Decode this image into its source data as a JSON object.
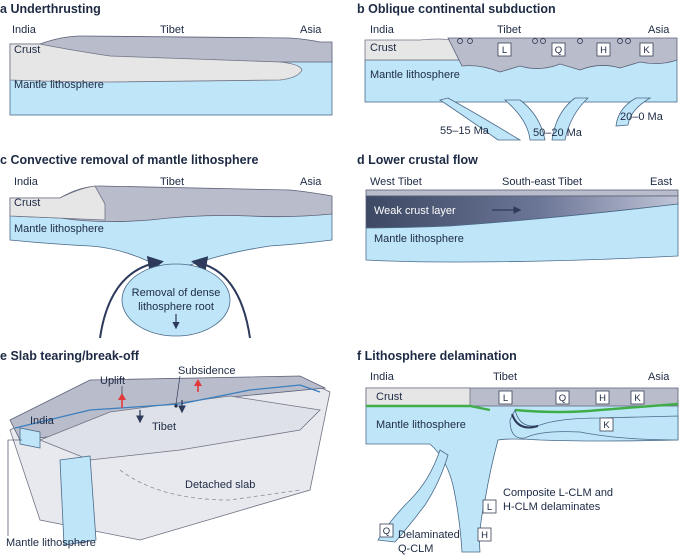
{
  "panels": {
    "a": {
      "letter": "a",
      "title": "Underthrusting",
      "india": "India",
      "tibet": "Tibet",
      "asia": "Asia",
      "crust": "Crust",
      "mantle": "Mantle lithosphere"
    },
    "b": {
      "letter": "b",
      "title": "Oblique continental subduction",
      "india": "India",
      "tibet": "Tibet",
      "asia": "Asia",
      "crust": "Crust",
      "mantle": "Mantle lithosphere",
      "blocks": [
        "L",
        "Q",
        "H",
        "K"
      ],
      "ages": [
        "55–15 Ma",
        "50–20 Ma",
        "20–0 Ma"
      ]
    },
    "c": {
      "letter": "c",
      "title": "Convective removal of mantle lithosphere",
      "india": "India",
      "tibet": "Tibet",
      "asia": "Asia",
      "crust": "Crust",
      "mantle": "Mantle lithosphere",
      "removal_line1": "Removal of dense",
      "removal_line2": "lithosphere root"
    },
    "d": {
      "letter": "d",
      "title": "Lower crustal flow",
      "west": "West Tibet",
      "southeast": "South-east Tibet",
      "east": "East",
      "weak": "Weak crust layer",
      "mantle": "Mantle lithosphere"
    },
    "e": {
      "letter": "e",
      "title": "Slab tearing/break-off",
      "uplift": "Uplift",
      "subsidence": "Subsidence",
      "india": "India",
      "tibet": "Tibet",
      "detached": "Detached slab",
      "mantle": "Mantle lithosphere"
    },
    "f": {
      "letter": "f",
      "title": "Lithosphere delamination",
      "india": "India",
      "tibet": "Tibet",
      "asia": "Asia",
      "crust": "Crust",
      "mantle": "Mantle lithosphere",
      "blocks": [
        "L",
        "Q",
        "H",
        "K"
      ],
      "k_lower": "K",
      "l_lower": "L",
      "h_lower": "H",
      "q_lower": "Q",
      "composite_line1": "Composite L-CLM and",
      "composite_line2": "H-CLM delaminates",
      "delam_line1": "Delaminated",
      "delam_line2": "Q-CLM"
    }
  },
  "colors": {
    "crust": "#b9bccb",
    "india_crust": "#e6e6e6",
    "mantle": "#bfe6f8",
    "weak_crust": "#3d4863",
    "green_layer": "#3fae49",
    "arrow_red": "#e03a3a",
    "text": "#1d2a44"
  }
}
